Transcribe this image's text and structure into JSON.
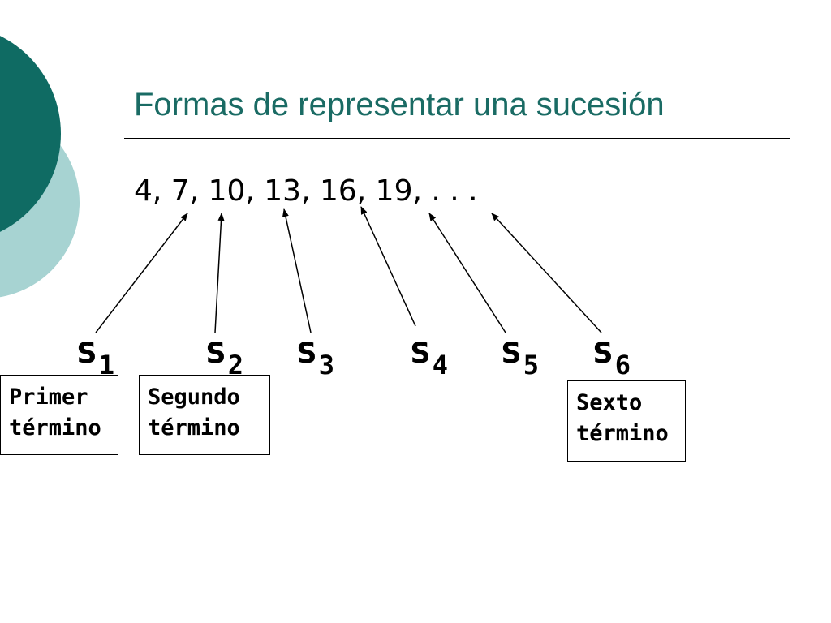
{
  "slide": {
    "title": "Formas de representar una sucesión",
    "sequence": "4, 7, 10, 13, 16, 19, . . .",
    "colors": {
      "title": "#1a6b64",
      "circle_dark": "#0f6b63",
      "circle_light": "#a7d3d2"
    },
    "terms": [
      {
        "symbol": "s",
        "index": "1"
      },
      {
        "symbol": "s",
        "index": "2"
      },
      {
        "symbol": "s",
        "index": "3"
      },
      {
        "symbol": "s",
        "index": "4"
      },
      {
        "symbol": "s",
        "index": "5"
      },
      {
        "symbol": "s",
        "index": "6"
      }
    ],
    "labels": {
      "first": {
        "line1": "Primer",
        "line2": "término"
      },
      "second": {
        "line1": "Segundo",
        "line2": "término"
      },
      "sixth": {
        "line1": "Sexto",
        "line2": "término"
      }
    }
  }
}
